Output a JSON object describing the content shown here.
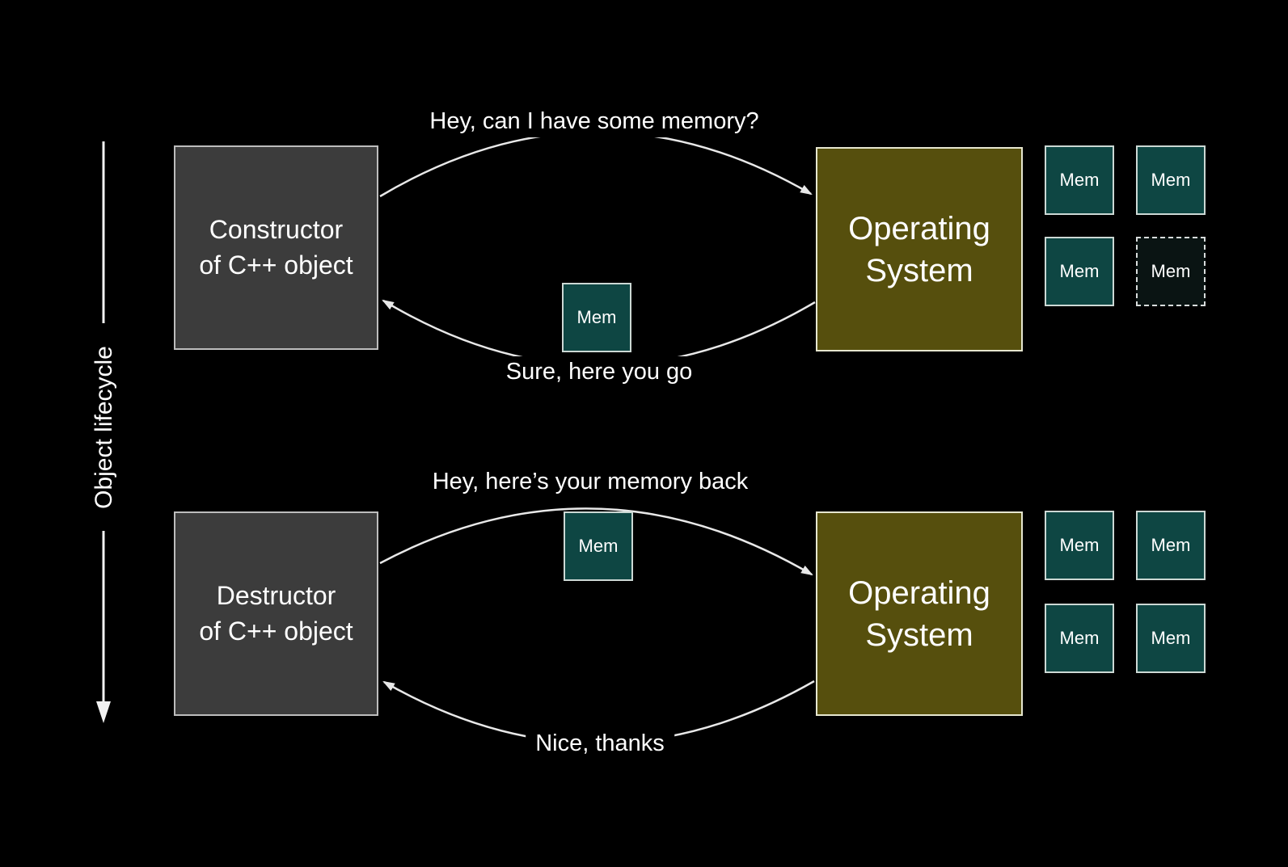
{
  "colors": {
    "background": "#000000",
    "object_box_fill": "#3c3c3c",
    "object_box_border": "#bdbdbd",
    "os_box_fill": "#564f0d",
    "os_box_border": "#e6e6cf",
    "mem_box_fill": "#0e4643",
    "mem_box_border": "#ccd8d4",
    "mem_dashed_fill": "#0a1413",
    "arrow_stroke": "#e8e8e8",
    "text": "#ffffff"
  },
  "lifecycle": {
    "label": "Object lifecycle"
  },
  "top_scene": {
    "request_label": "Hey, can I have some memory?",
    "response_label": "Sure, here you go",
    "actor_box": {
      "line1": "Constructor",
      "line2": "of C++ object"
    },
    "os_box": {
      "line1": "Operating",
      "line2": "System"
    },
    "transfer_mem": {
      "label": "Mem"
    },
    "mem_grid": [
      {
        "label": "Mem",
        "style": "solid"
      },
      {
        "label": "Mem",
        "style": "solid"
      },
      {
        "label": "Mem",
        "style": "solid"
      },
      {
        "label": "Mem",
        "style": "dashed"
      }
    ]
  },
  "bottom_scene": {
    "request_label": "Hey, here’s your memory back",
    "response_label": "Nice, thanks",
    "actor_box": {
      "line1": "Destructor",
      "line2": "of C++ object"
    },
    "os_box": {
      "line1": "Operating",
      "line2": "System"
    },
    "transfer_mem": {
      "label": "Mem"
    },
    "mem_grid": [
      {
        "label": "Mem",
        "style": "solid"
      },
      {
        "label": "Mem",
        "style": "solid"
      },
      {
        "label": "Mem",
        "style": "solid"
      },
      {
        "label": "Mem",
        "style": "solid"
      }
    ]
  }
}
